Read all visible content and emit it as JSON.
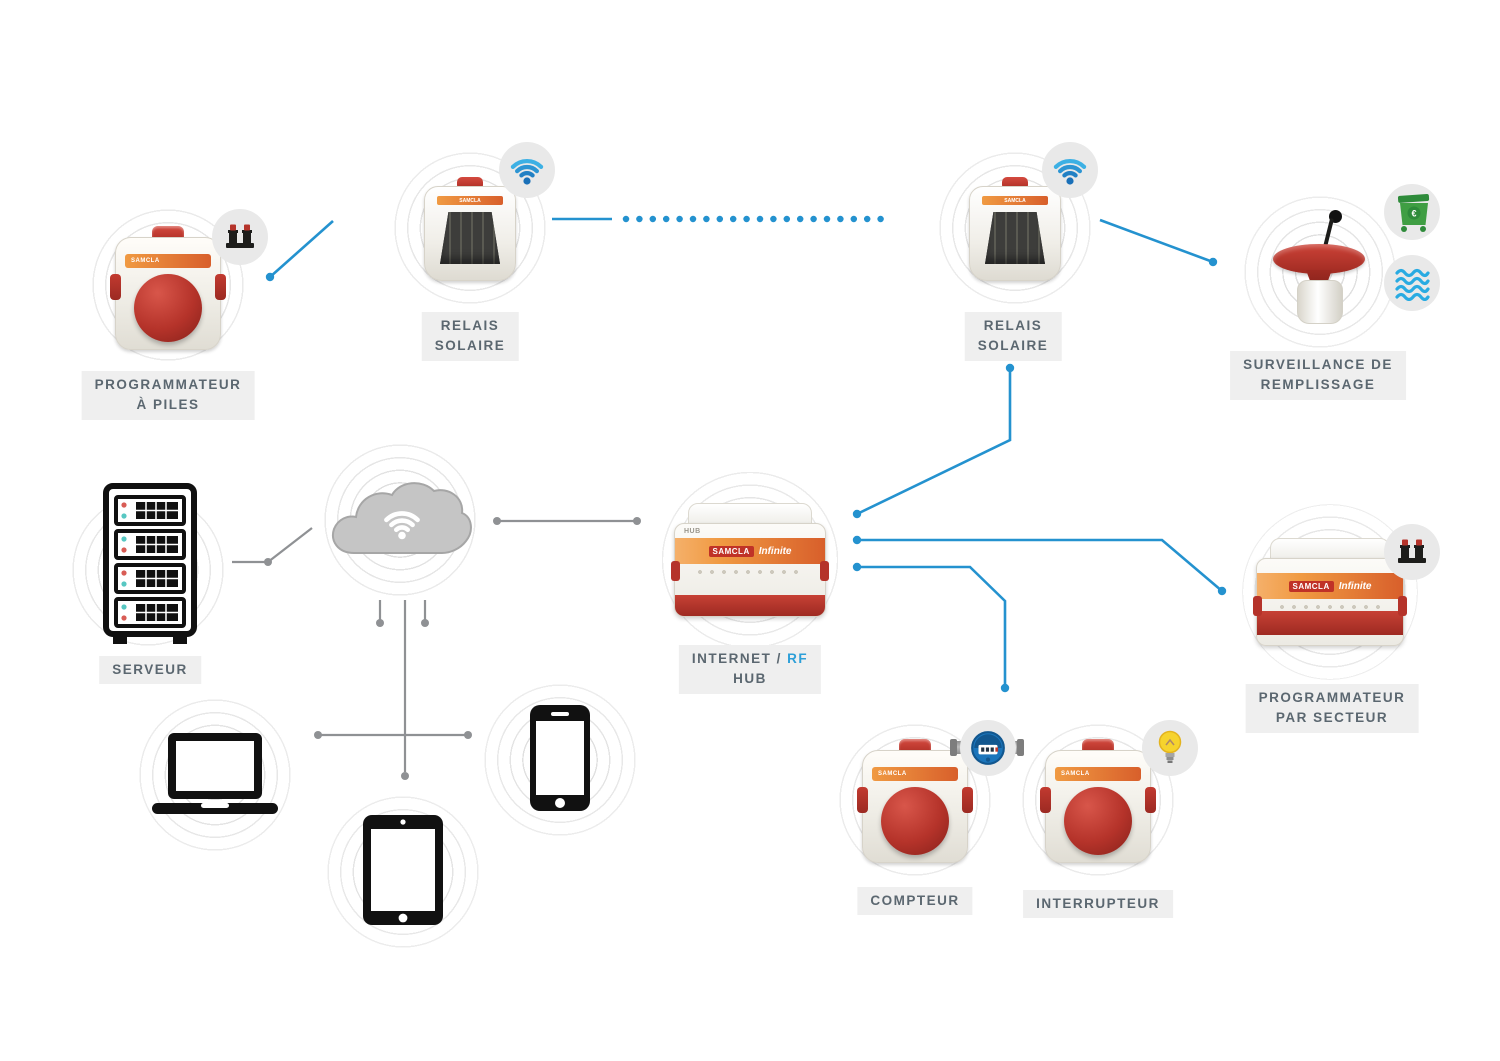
{
  "colors": {
    "line_blue": "#2492cf",
    "line_gray": "#8f9194",
    "label_bg": "#efefef",
    "label_text": "#5b6770",
    "accent_blue": "#2d9fd8",
    "device_red": "#b5332a",
    "band_orange_a": "#f09a42",
    "band_orange_b": "#d85f2b",
    "wifi_blue": "#2795d2",
    "dumpster_green": "#3f9e43",
    "water_blue": "#29abe2",
    "bulb_yellow": "#f6d32d",
    "ring_gray": "#d6d6d6"
  },
  "brand": {
    "name": "SAMCLA",
    "product": "Infinite"
  },
  "icons": {
    "euro_symbol": "€",
    "badge_names": [
      "solenoid-valves-icon",
      "wifi-icon",
      "dumpster-euro-icon",
      "water-level-icon",
      "water-meter-icon",
      "light-bulb-icon"
    ]
  },
  "nodes": {
    "prog_piles": {
      "line1": "PROGRAMMATEUR",
      "line2": "À PILES",
      "badges": [
        "solenoid-valves"
      ]
    },
    "relais_solaire_1": {
      "line1": "RELAIS",
      "line2": "SOLAIRE",
      "badges": [
        "wifi"
      ]
    },
    "relais_solaire_2": {
      "line1": "RELAIS",
      "line2": "SOLAIRE",
      "badges": [
        "wifi"
      ]
    },
    "surveillance": {
      "line1": "SURVEILLANCE DE",
      "line2": "REMPLISSAGE",
      "badges": [
        "dumpster-euro",
        "water-level"
      ]
    },
    "serveur": {
      "line1": "SERVEUR"
    },
    "cloud": {},
    "hub": {
      "line1_prefix": "INTERNET / ",
      "line1_accent": "RF",
      "line2": "HUB",
      "device_text": "HUB"
    },
    "prog_secteur": {
      "line1": "PROGRAMMATEUR",
      "line2": "PAR SECTEUR",
      "badges": [
        "solenoid-valves"
      ]
    },
    "compteur": {
      "line1": "COMPTEUR",
      "badges": [
        "water-meter"
      ]
    },
    "interrupteur": {
      "line1": "INTERRUPTEUR",
      "badges": [
        "light-bulb"
      ]
    }
  }
}
